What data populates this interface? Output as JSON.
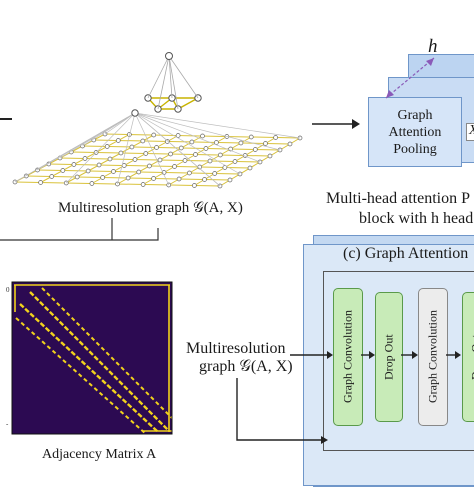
{
  "graph_caption": "Multiresolution graph 𝒢(A, X)",
  "pooling_block": {
    "label_lines": [
      "Graph",
      "Attention",
      "Pooling"
    ],
    "heads_symbol": "h",
    "side_label": "X",
    "caption_line1": "Multi-head attention P",
    "caption_line2": "block with h head"
  },
  "matrix_caption": "Adjacency Matrix A",
  "input_label_line1": "Multiresolution",
  "input_label_line2": "graph 𝒢(A, X)",
  "attention_panel": {
    "title": "(c) Graph Attention",
    "layers": [
      "Graph Convolution",
      "Drop Out",
      "Graph Convolution",
      "Drop Out"
    ]
  },
  "colors": {
    "panel_fill": "#dbe8f7",
    "panel_border": "#6f96c9",
    "layer_green": "#c8ebb8",
    "layer_green_border": "#5a9a4a",
    "layer_gray": "#ececec",
    "matrix_bg": "#2c0a52",
    "matrix_line": "#f2d21c"
  }
}
